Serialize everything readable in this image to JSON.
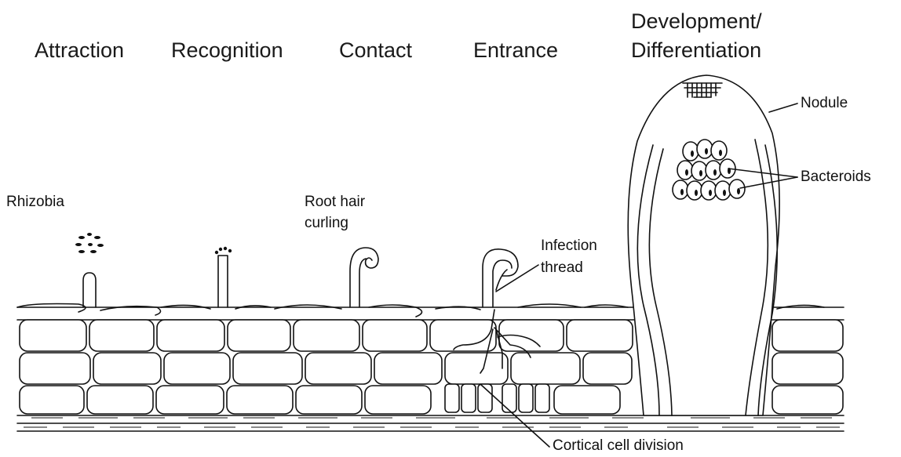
{
  "stages": {
    "attraction": "Attraction",
    "recognition": "Recognition",
    "contact": "Contact",
    "entrance": "Entrance",
    "development_line1": "Development/",
    "development_line2": "Differentiation"
  },
  "labels": {
    "rhizobia": "Rhizobia",
    "root_hair_line1": "Root hair",
    "root_hair_line2": "curling",
    "infection_line1": "Infection",
    "infection_line2": "thread",
    "nodule": "Nodule",
    "bacteroids": "Bacteroids",
    "cortical": "Cortical cell division"
  },
  "colors": {
    "ink": "#111111",
    "background": "#ffffff"
  }
}
